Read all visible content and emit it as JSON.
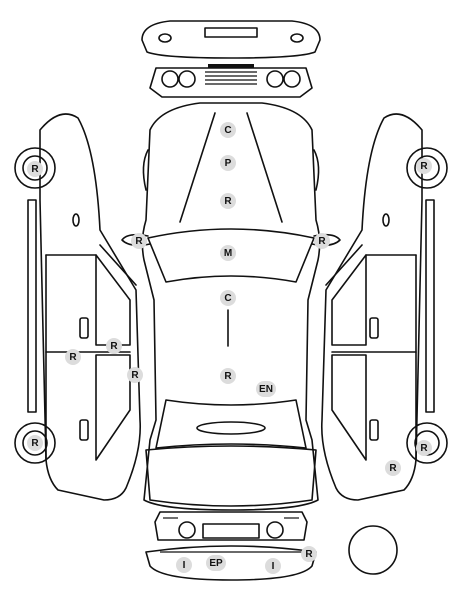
{
  "damage_marks": [
    {
      "id": "hood-c",
      "label": "C"
    },
    {
      "id": "hood-p",
      "label": "P"
    },
    {
      "id": "hood-r",
      "label": "R"
    },
    {
      "id": "windshield-m",
      "label": "M"
    },
    {
      "id": "roof-c",
      "label": "C"
    },
    {
      "id": "roof-r",
      "label": "R"
    },
    {
      "id": "roof-en",
      "label": "EN"
    },
    {
      "id": "left-mirror-r",
      "label": "R"
    },
    {
      "id": "right-mirror-r",
      "label": "R"
    },
    {
      "id": "left-front-wheel-r",
      "label": "R"
    },
    {
      "id": "left-rear-wheel-r",
      "label": "R"
    },
    {
      "id": "left-door-r1",
      "label": "R"
    },
    {
      "id": "left-door-r2",
      "label": "R"
    },
    {
      "id": "left-door-r3",
      "label": "R"
    },
    {
      "id": "right-front-wheel-r",
      "label": "R"
    },
    {
      "id": "right-rear-wheel-r",
      "label": "R"
    },
    {
      "id": "right-rear-quarter-r",
      "label": "R"
    },
    {
      "id": "rear-bumper-i1",
      "label": "I"
    },
    {
      "id": "rear-bumper-ep",
      "label": "EP"
    },
    {
      "id": "rear-bumper-i2",
      "label": "I"
    },
    {
      "id": "rear-corner-r",
      "label": "R"
    }
  ],
  "colors": {
    "line": "#111111",
    "mark_fill": "#dcdcdc",
    "background": "#ffffff"
  }
}
